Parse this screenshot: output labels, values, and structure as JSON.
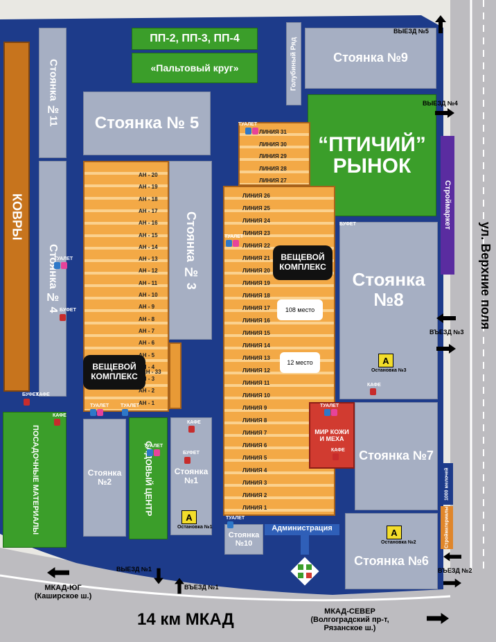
{
  "colors": {
    "blue": "#1d3b8a",
    "gray_block": "#a6afc3",
    "green": "#3b9e2a",
    "orange": "#e89a36",
    "red": "#d13b30",
    "purple": "#5a2ca0",
    "brown": "#c7741d"
  },
  "blocks": {
    "pp": "ПП-2, ПП-3, ПП-4",
    "paltovy": "«Пальтовый круг»",
    "golubiny": "Голубиный Ряд",
    "st9": "Стоянка №9",
    "st11": "Стоянка №11",
    "st5": "Стоянка № 5",
    "ptichiy": "“ПТИЧИЙ” РЫНОК",
    "kovry": "КОВРЫ",
    "st4": "Стоянка № 4",
    "st3": "Стоянка № 3",
    "stroymarket": "Строймаркет",
    "st8": "Стоянка №8",
    "posadochnye": "ПОСАДОЧНЫЕ МАТЕРИАЛЫ",
    "st2": "Стоянка №2",
    "sadovy": "САДОВЫЙ ЦЕНТР",
    "st1": "Стоянка №1",
    "st10": "Стоянка №10",
    "mir": "МИР КОЖИ И МЕХА",
    "st7": "Стоянка №7",
    "st6": "Стоянка №6",
    "admin": "Администрация",
    "veshch1": "ВЕЩЕВОЙ КОМПЛЕКС",
    "veshch2": "ВЕЩЕВОЙ КОМПЛЕКС",
    "mebel": "1000 мелочей",
    "stroymat": "Стройматериалы"
  },
  "an_rows": [
    "АН - 20",
    "АН - 19",
    "АН - 18",
    "АН - 17",
    "АН - 16",
    "АН - 15",
    "АН - 14",
    "АН - 13",
    "АН - 12",
    "АН - 11",
    "АН - 10",
    "АН - 9",
    "АН - 8",
    "АН - 7",
    "АН - 6",
    "АН - 5",
    "АН - 4",
    "АН - 3",
    "АН - 2",
    "АН - 1"
  ],
  "an33": "АН - 33",
  "liniya_top": [
    "ЛИНИЯ 31",
    "ЛИНИЯ 30",
    "ЛИНИЯ 29",
    "ЛИНИЯ 28",
    "ЛИНИЯ 27"
  ],
  "liniya": [
    "ЛИНИЯ 26",
    "ЛИНИЯ 25",
    "ЛИНИЯ 24",
    "ЛИНИЯ 23",
    "ЛИНИЯ 22",
    "ЛИНИЯ 21",
    "ЛИНИЯ 20",
    "ЛИНИЯ 19",
    "ЛИНИЯ 18",
    "ЛИНИЯ 17",
    "ЛИНИЯ 16",
    "ЛИНИЯ 15",
    "ЛИНИЯ 14",
    "ЛИНИЯ 13",
    "ЛИНИЯ 12",
    "ЛИНИЯ 11",
    "ЛИНИЯ 10",
    "ЛИНИЯ 9",
    "ЛИНИЯ 8",
    "ЛИНИЯ 7",
    "ЛИНИЯ 6",
    "ЛИНИЯ 5",
    "ЛИНИЯ 4",
    "ЛИНИЯ 3",
    "ЛИНИЯ 2",
    "ЛИНИЯ 1"
  ],
  "bubbles": {
    "b108": "108 место",
    "b12": "12 место"
  },
  "stops": {
    "a": "А",
    "s1": "Остановка №1",
    "s2": "Остановка №2",
    "s3": "Остановка №3"
  },
  "small": {
    "tualet": "ТУАЛЕТ",
    "bufet": "БУФЕТ",
    "kafe": "КАФЕ"
  },
  "exits": {
    "v5": "ВЫЕЗД №5",
    "v4": "ВЫЕЗД №4",
    "in3": "ВЪЕЗД №3",
    "in2": "ВЪЕЗД №2",
    "v1": "ВЫЕЗД №1",
    "in1": "ВЪЕЗД №1"
  },
  "roads": {
    "mkad": "14 км МКАД",
    "yug": "МКАД-ЮГ",
    "yug2": "(Каширское ш.)",
    "sever": "МКАД-СЕВЕР",
    "sever2": "(Волгоградский пр-т,",
    "sever3": "Рязанское ш.)",
    "verhnie": "ул. Верхние поля"
  }
}
